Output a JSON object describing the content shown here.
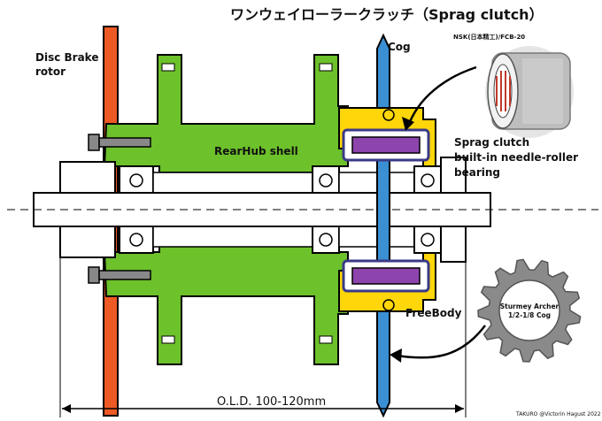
{
  "title": "ワンウェイローラークラッチ（Sprag clutch）",
  "labels": {
    "disc_brake_line1": "Disc Brake",
    "disc_brake_line2": "rotor",
    "cog": "Cog",
    "rearhub": "RearHub shell",
    "sprag_line1": "Sprag clutch",
    "sprag_line2": "built-in needle-roller",
    "sprag_line3": "bearing",
    "nsk": "NSK(日本精工)/FCB-20",
    "freebody": "FreeBody",
    "sturmey_line1": "Sturmey Archer",
    "sturmey_line2": "1/2-1/8 Cog",
    "old": "O.L.D. 100-120mm",
    "credit": "TAKURO @Victorin Hagust 2022"
  },
  "colors": {
    "hub_shell": "#6dc12b",
    "disc_rotor": "#ee5a24",
    "cog": "#3b8fd3",
    "freebody": "#ffd60a",
    "sprag_clutch": "#8e44ad",
    "bolt": "#888888",
    "outline": "#000000"
  },
  "icons": {
    "bearing_photo": "needle-bearing-photo",
    "cog_photo": "sprocket-photo"
  }
}
